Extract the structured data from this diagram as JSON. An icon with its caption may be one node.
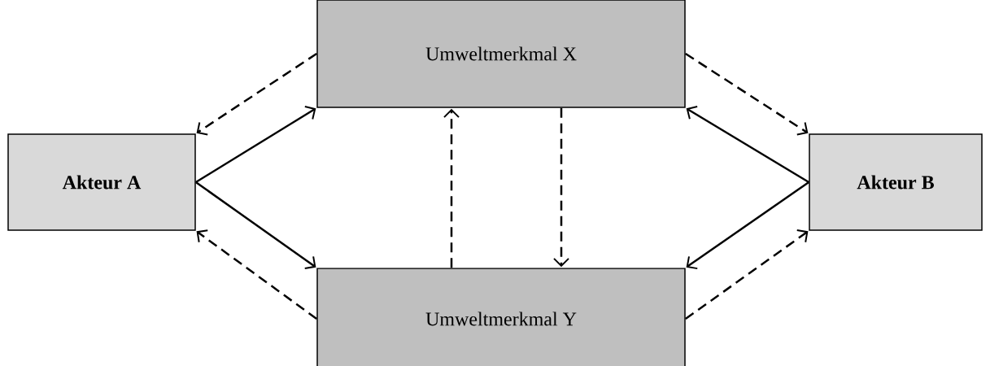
{
  "diagram": {
    "nodes": [
      {
        "text": [
          "**Akteur A**"
        ]
      },
      {
        "text": [
          "Umweltmerkmal X"
        ]
      },
      {
        "text": [
          "Umweltmerkmal Y"
        ]
      },
      {
        "text": [
          "**Akteur B**"
        ]
      }
    ],
    "edges": [
      {
        "from": 0,
        "to": 1,
        "arrow": "to"
      },
      {
        "from": 0,
        "to": 2,
        "arrow": "to"
      },
      {
        "from": 3,
        "to": 1,
        "arrow": "to"
      },
      {
        "from": 3,
        "to": 2,
        "arrow": "to"
      },
      {
        "from": 1,
        "to": 0,
        "arrow": "to",
        "style": "dashed"
      },
      {
        "from": 2,
        "to": 0,
        "arrow": "to",
        "style": "dashed"
      },
      {
        "from": 1,
        "to": 3,
        "arrow": "to",
        "style": "dashed"
      },
      {
        "from": 2,
        "to": 3,
        "arrow": "to",
        "style": "dashed"
      },
      {
        "from": 2,
        "to": 1,
        "arrow": "to",
        "style": "dashed"
      },
      {
        "from": 1,
        "to": 2,
        "arrow": "to",
        "style": "dashed"
      }
    ]
  }
}
